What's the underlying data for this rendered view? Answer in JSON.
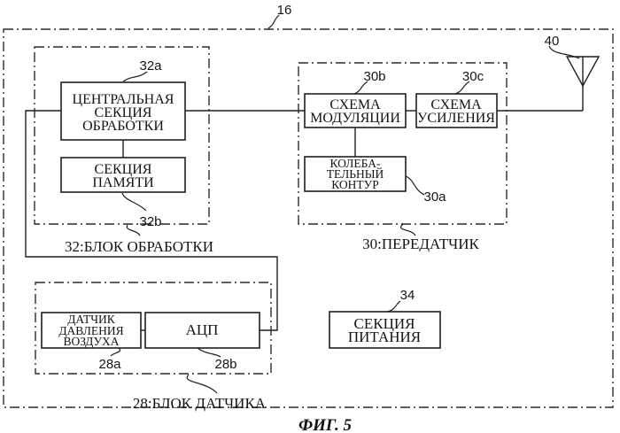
{
  "figure": {
    "caption": "ФИГ. 5",
    "system_ref": "16"
  },
  "processing_unit": {
    "label": "32:БЛОК ОБРАБОТКИ",
    "cpu": {
      "ref": "32a",
      "lines": [
        "ЦЕНТРАЛЬНАЯ",
        "СЕКЦИЯ",
        "ОБРАБОТКИ"
      ]
    },
    "memory": {
      "ref": "32b",
      "lines": [
        "СЕКЦИЯ",
        "ПАМЯТИ"
      ]
    }
  },
  "transmitter": {
    "label": "30:ПЕРЕДАТЧИК",
    "modulation": {
      "ref": "30b",
      "lines": [
        "СХЕМА",
        "МОДУЛЯЦИИ"
      ]
    },
    "amplifier": {
      "ref": "30c",
      "lines": [
        "СХЕМА",
        "УСИЛЕНИЯ"
      ]
    },
    "oscillator": {
      "ref": "30a",
      "lines": [
        "КОЛЕБА-",
        "ТЕЛЬНЫЙ",
        "КОНТУР"
      ]
    }
  },
  "sensor_unit": {
    "label": "28:БЛОК ДАТЧИКА",
    "pressure_sensor": {
      "ref": "28a",
      "lines": [
        "ДАТЧИК",
        "ДАВЛЕНИЯ",
        "ВОЗДУХА"
      ]
    },
    "adc": {
      "ref": "28b",
      "lines": [
        "АЦП"
      ]
    }
  },
  "power_section": {
    "ref": "34",
    "lines": [
      "СЕКЦИЯ",
      "ПИТАНИЯ"
    ]
  },
  "antenna": {
    "ref": "40"
  },
  "colors": {
    "line": "#1f1f1f",
    "text": "#141414",
    "background": "#ffffff"
  }
}
